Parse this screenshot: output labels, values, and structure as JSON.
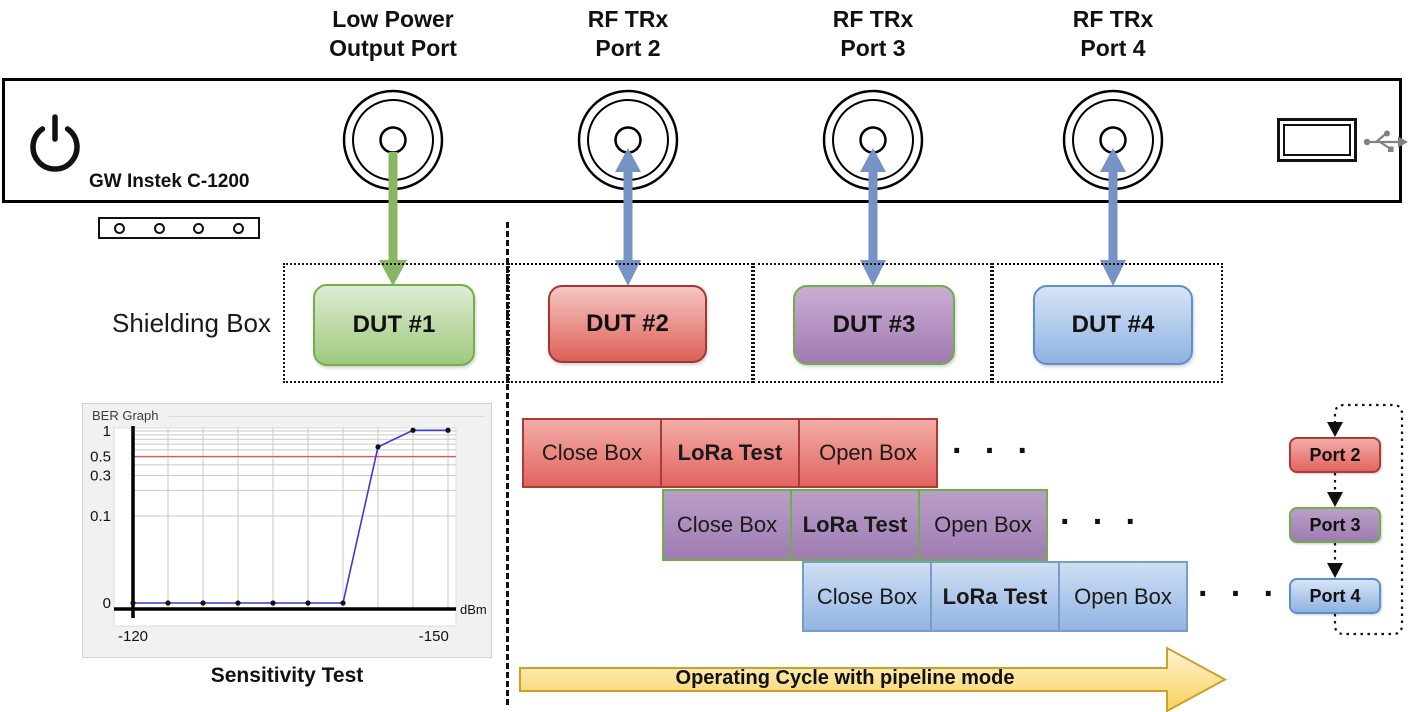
{
  "instrument": {
    "name": "GW Instek C-1200",
    "led_indicator_count": 4
  },
  "port_labels": [
    {
      "line1": "Low Power",
      "line2": "Output Port"
    },
    {
      "line1": "RF TRx",
      "line2": "Port 2"
    },
    {
      "line1": "RF TRx",
      "line2": "Port 3"
    },
    {
      "line1": "RF TRx",
      "line2": "Port 4"
    }
  ],
  "shielding": {
    "label": "Shielding Box"
  },
  "duts": [
    {
      "label": "DUT #1",
      "color": "#9fc97d"
    },
    {
      "label": "DUT #2",
      "color": "#dd5f58"
    },
    {
      "label": "DUT #3",
      "color": "#a379b2"
    },
    {
      "label": "DUT #4",
      "color": "#8fb2e0"
    }
  ],
  "chart_data": {
    "type": "line",
    "title": "BER Graph",
    "caption": "Sensitivity Test",
    "xlabel": "dBm",
    "ylabel": "",
    "x": [
      -120,
      -123,
      -126,
      -129,
      -132,
      -135,
      -138,
      -141,
      -144,
      -147
    ],
    "values": [
      0,
      0,
      0,
      0,
      0,
      0,
      0,
      0.65,
      1.02,
      1.02
    ],
    "y_ticks": [
      {
        "label": "1",
        "v": 1
      },
      {
        "label": "0.5",
        "v": 0.5
      },
      {
        "label": "0.3",
        "v": 0.3
      },
      {
        "label": "0.1",
        "v": 0.1
      },
      {
        "label": "0",
        "v": 0
      }
    ],
    "x_ticks": [
      {
        "label": "-120",
        "frac": 0
      },
      {
        "label": "-150",
        "frac": 0.955
      }
    ],
    "threshold": 0.5,
    "grid": true,
    "legend": "none",
    "line_color": "#3a3ad0",
    "threshold_color": "#f05050"
  },
  "pipeline": {
    "rows": [
      {
        "cells": [
          "Close Box",
          "LoRa Test",
          "Open Box"
        ],
        "ellipsis": "· · ·"
      },
      {
        "cells": [
          "Close Box",
          "LoRa Test",
          "Open Box"
        ],
        "ellipsis": "· · ·"
      },
      {
        "cells": [
          "Close Box",
          "LoRa Test",
          "Open Box"
        ],
        "ellipsis": "· · ·"
      }
    ],
    "arrow_label": "Operating Cycle with pipeline mode"
  },
  "cycle": {
    "ports": [
      "Port 2",
      "Port 3",
      "Port 4"
    ]
  },
  "colors": {
    "green_accent": "#76ad4c",
    "red_accent": "#dd5f58",
    "purple_accent": "#a379b2",
    "blue_accent": "#7593c4",
    "yellow_accent": "#f8d159",
    "arrow_blue": "#7593c4",
    "arrow_green": "#8ab661"
  }
}
